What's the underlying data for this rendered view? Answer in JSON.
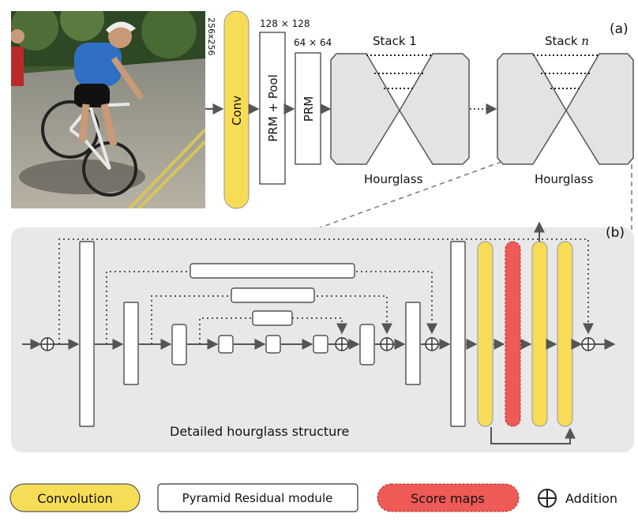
{
  "panel_a": {
    "label": "(a)",
    "input_size": "256x256",
    "conv_label": "Conv",
    "prm_pool_label": "PRM + Pool",
    "prm_pool_size": "128 × 128",
    "prm_label": "PRM",
    "prm_size": "64 × 64",
    "stack1_title": "Stack 1",
    "stackn_title": "Stack ",
    "stackn_var": "n",
    "hourglass1_caption": "Hourglass",
    "hourglassn_caption": "Hourglass"
  },
  "panel_b": {
    "label": "(b)",
    "caption": "Detailed hourglass structure"
  },
  "legend": {
    "convolution": "Convolution",
    "prm": "Pyramid Residual module",
    "score_maps": "Score maps",
    "addition": "Addition"
  },
  "colors": {
    "convolution": "#f7dc57",
    "score_maps": "#ee5a55",
    "panel_bg": "#e8e8e8",
    "hourglass_fill": "#e3e3e3",
    "line": "#555555"
  }
}
